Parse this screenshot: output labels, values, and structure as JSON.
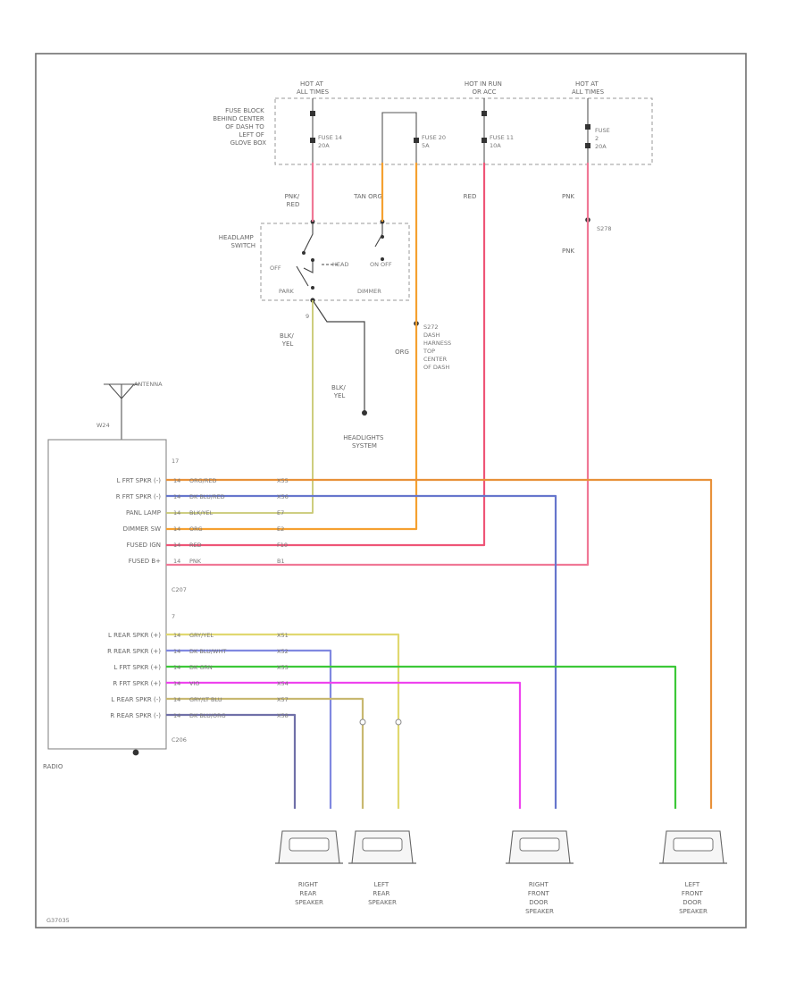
{
  "fuse_block": {
    "label": [
      "FUSE BLOCK",
      "BEHIND CENTER",
      "OF DASH TO",
      "LEFT OF",
      "GLOVE BOX"
    ],
    "hot1": [
      "HOT AT",
      "ALL TIMES"
    ],
    "hot2": [
      "HOT IN RUN",
      "OR ACC"
    ],
    "hot3": [
      "HOT AT",
      "ALL TIMES"
    ],
    "fuse14": [
      "FUSE 14",
      "20A"
    ],
    "fuse20": [
      "FUSE 20",
      "5A"
    ],
    "fuse11": [
      "FUSE 11",
      "10A"
    ],
    "fuse2": [
      "FUSE",
      "2",
      "20A"
    ]
  },
  "headlamp_switch": {
    "label": [
      "HEADLAMP",
      "SWITCH"
    ],
    "off": "OFF",
    "park": "PARK",
    "head": "HEAD",
    "on_off": "ON OFF",
    "dimmer": "DIMMER"
  },
  "wires": {
    "pnk_red": [
      "PNK/",
      "RED"
    ],
    "tan_org": "TAN ORG",
    "red": "RED",
    "pnk_top": "PNK",
    "pnk_bottom": "PNK",
    "s278": "S278",
    "blk_yel_a": [
      "BLK/",
      "YEL"
    ],
    "blk_yel_b": [
      "BLK/",
      "YEL"
    ],
    "org": "ORG",
    "s272": [
      "S272",
      "DASH",
      "HARNESS",
      "TOP",
      "CENTER",
      "OF DASH"
    ]
  },
  "headlights": [
    "HEADLIGHTS",
    "SYSTEM"
  ],
  "antenna": {
    "label": "ANTENNA",
    "connector": "W24"
  },
  "radio": {
    "label": "RADIO",
    "c207": "C207",
    "c206": "C206",
    "pins_top": [
      "L FRT SPKR (-)",
      "R FRT SPKR (-)",
      "PANL LAMP",
      "DIMMER SW",
      "FUSED IGN",
      "FUSED B+"
    ],
    "pins_bottom": [
      "L REAR SPKR (+)",
      "R REAR SPKR (+)",
      "L FRT SPKR (+)",
      "R FRT SPKR (+)",
      "L REAR SPKR (-)",
      "R REAR SPKR (-)"
    ],
    "wires_top": [
      "ORG/RED",
      "DK BLU/RED",
      "BLK/YEL",
      "ORG",
      "RED",
      "PNK"
    ],
    "wires_bottom": [
      "GRY/YEL",
      "DK BLU/WHT",
      "DK GRN",
      "VIO",
      "GRY/LT BLU",
      "DK BLU/ORG"
    ],
    "circuits_top": [
      "X55",
      "X56",
      "E7",
      "E2",
      "F10",
      "B1"
    ],
    "circuits_bottom": [
      "X51",
      "X52",
      "X53",
      "X54",
      "X57",
      "X58"
    ]
  },
  "speakers": {
    "right_rear": [
      "RIGHT",
      "REAR",
      "SPEAKER"
    ],
    "left_rear": [
      "LEFT",
      "REAR",
      "SPEAKER"
    ],
    "right_front": [
      "RIGHT",
      "FRONT",
      "DOOR",
      "SPEAKER"
    ],
    "left_front": [
      "LEFT",
      "FRONT",
      "DOOR",
      "SPEAKER"
    ]
  },
  "figure_id": "G37035",
  "wire_colors": {
    "org_red": "#e8913a",
    "dk_blu_red": "#6676cc",
    "blk_yel": "#c8c870",
    "org": "#f5a030",
    "red": "#ee5577",
    "pnk": "#f07896",
    "gry_yel": "#e0d870",
    "dk_blu_wht": "#8088e0",
    "dk_grn": "#3cc838",
    "vio": "#ee44ee",
    "gry_lt_blu": "#c8b870",
    "dk_blu_org": "#7070a8"
  }
}
